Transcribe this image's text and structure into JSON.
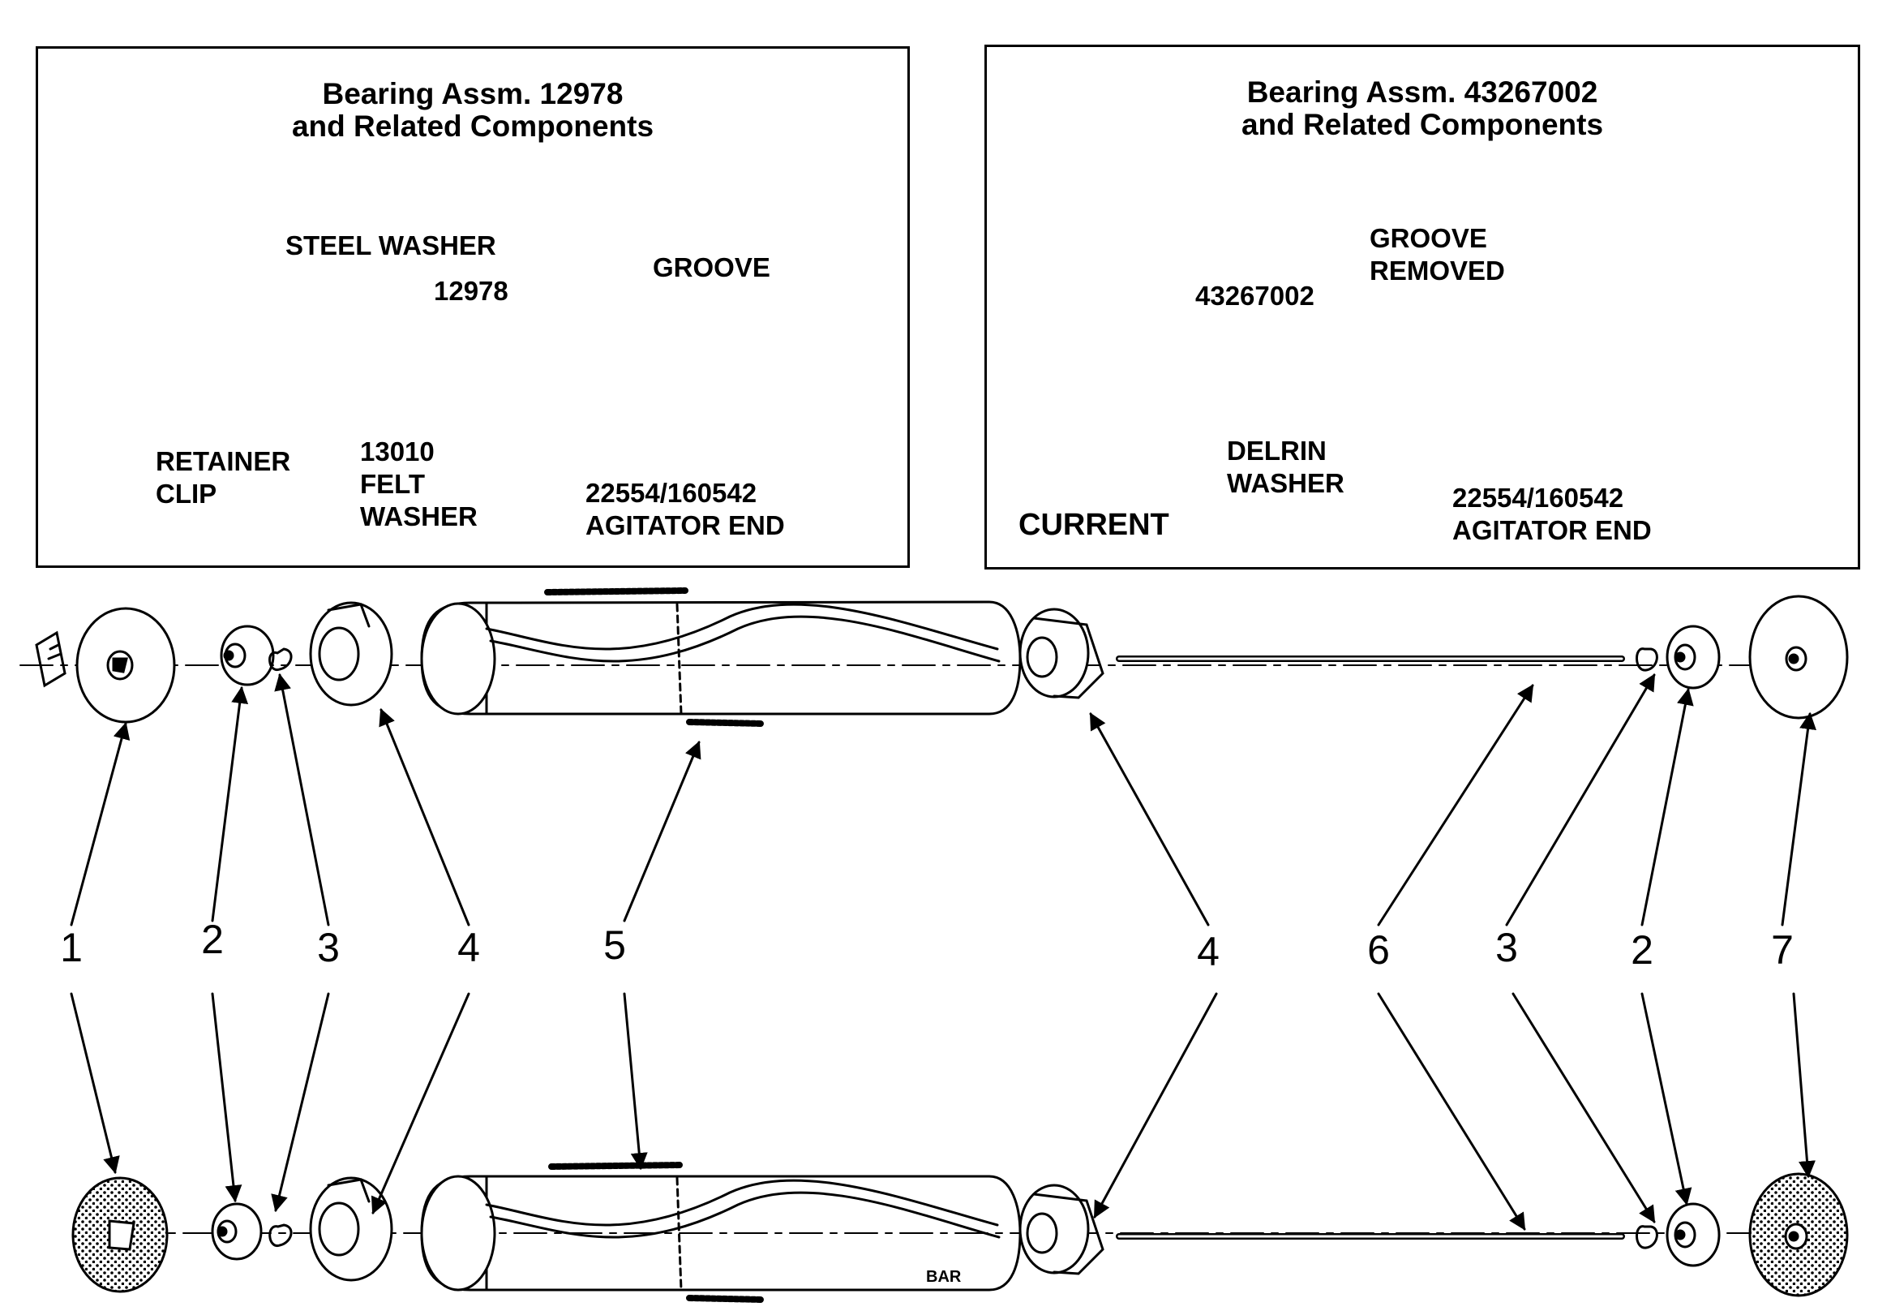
{
  "insets": {
    "left": {
      "title_line1": "Bearing Assm. 12978",
      "title_line2": "and Related Components",
      "labels": {
        "steel_washer": "STEEL WASHER",
        "part_12978": "12978",
        "groove": "GROOVE",
        "retainer_1": "RETAINER",
        "retainer_2": "CLIP",
        "felt_1": "13010",
        "felt_2": "FELT",
        "felt_3": "WASHER",
        "agit_1": "22554/160542",
        "agit_2": "AGITATOR END"
      }
    },
    "right": {
      "title_line1": "Bearing Assm. 43267002",
      "title_line2": "and Related Components",
      "labels": {
        "groove_1": "GROOVE",
        "groove_2": "REMOVED",
        "part_43267002": "43267002",
        "delrin_1": "DELRIN",
        "delrin_2": "WASHER",
        "agit_1": "22554/160542",
        "agit_2": "AGITATOR END",
        "current": "CURRENT"
      }
    }
  },
  "callout_numbers": [
    "1",
    "2",
    "3",
    "4",
    "5",
    "4",
    "6",
    "3",
    "2",
    "7"
  ],
  "agitator_marking": "BAR",
  "colors": {
    "ink": "#000000",
    "paper": "#ffffff"
  }
}
